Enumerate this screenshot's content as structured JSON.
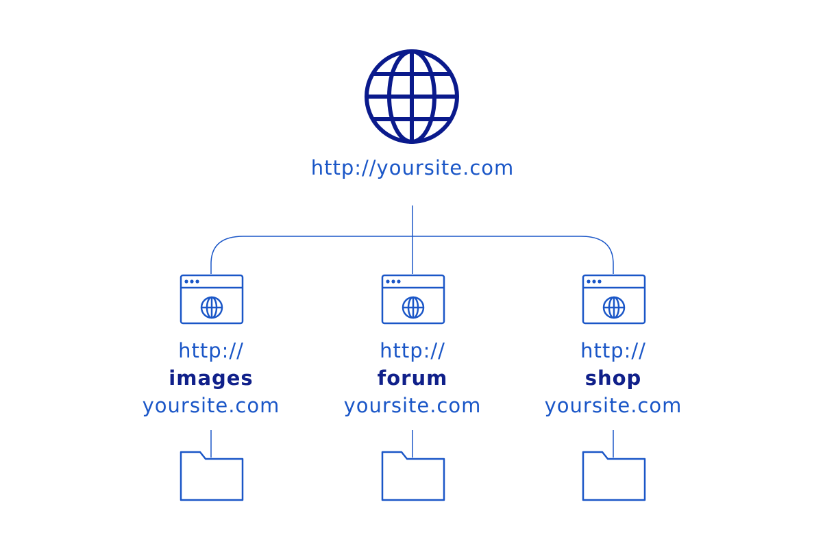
{
  "colors": {
    "root": "#0a1a8c",
    "accent": "#1a56c7",
    "sub_label": "#10208a"
  },
  "root": {
    "icon": "globe-icon",
    "url": "http://yoursite.com"
  },
  "subdomains": [
    {
      "prefix": "http://",
      "name": "images",
      "domain": "yoursite.com",
      "icon": "browser-window-icon",
      "folder_icon": "folder-icon"
    },
    {
      "prefix": "http://",
      "name": "forum",
      "domain": "yoursite.com",
      "icon": "browser-window-icon",
      "folder_icon": "folder-icon"
    },
    {
      "prefix": "http://",
      "name": "shop",
      "domain": "yoursite.com",
      "icon": "browser-window-icon",
      "folder_icon": "folder-icon"
    }
  ]
}
